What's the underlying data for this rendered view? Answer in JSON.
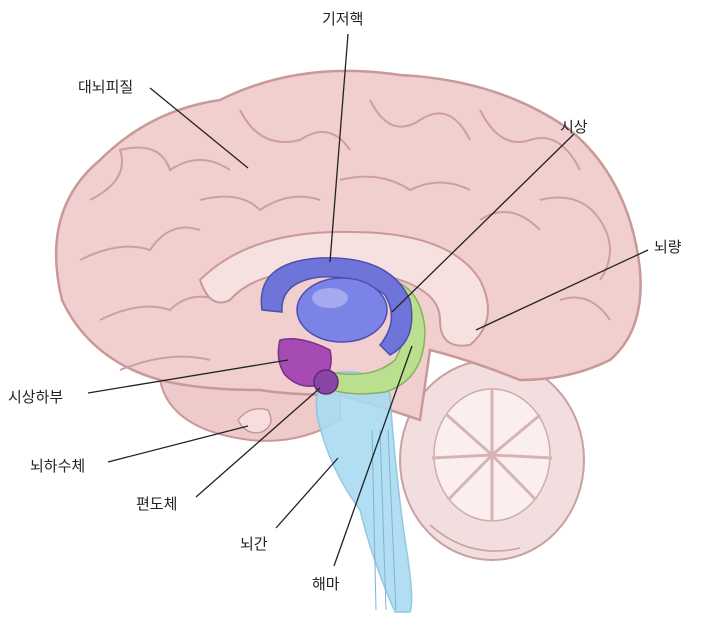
{
  "labels": {
    "basal_ganglia": "기저핵",
    "cerebral_cortex": "대뇌피질",
    "thalamus": "시상",
    "corpus_callosum": "뇌량",
    "hypothalamus": "시상하부",
    "pituitary": "뇌하수체",
    "amygdala": "편도체",
    "brainstem": "뇌간",
    "hippocampus": "해마"
  },
  "colors": {
    "cortex": "#f1cfcf",
    "cortex_dark": "#c99898",
    "basal_ganglia": "#6f74d8",
    "thalamus": "#7c83e6",
    "hippocampus": "#b9df8f",
    "hypothalamus": "#a54bb3",
    "amygdala": "#8a46a6",
    "brainstem": "#a9dbf2",
    "cerebellum": "#efd9d9"
  }
}
